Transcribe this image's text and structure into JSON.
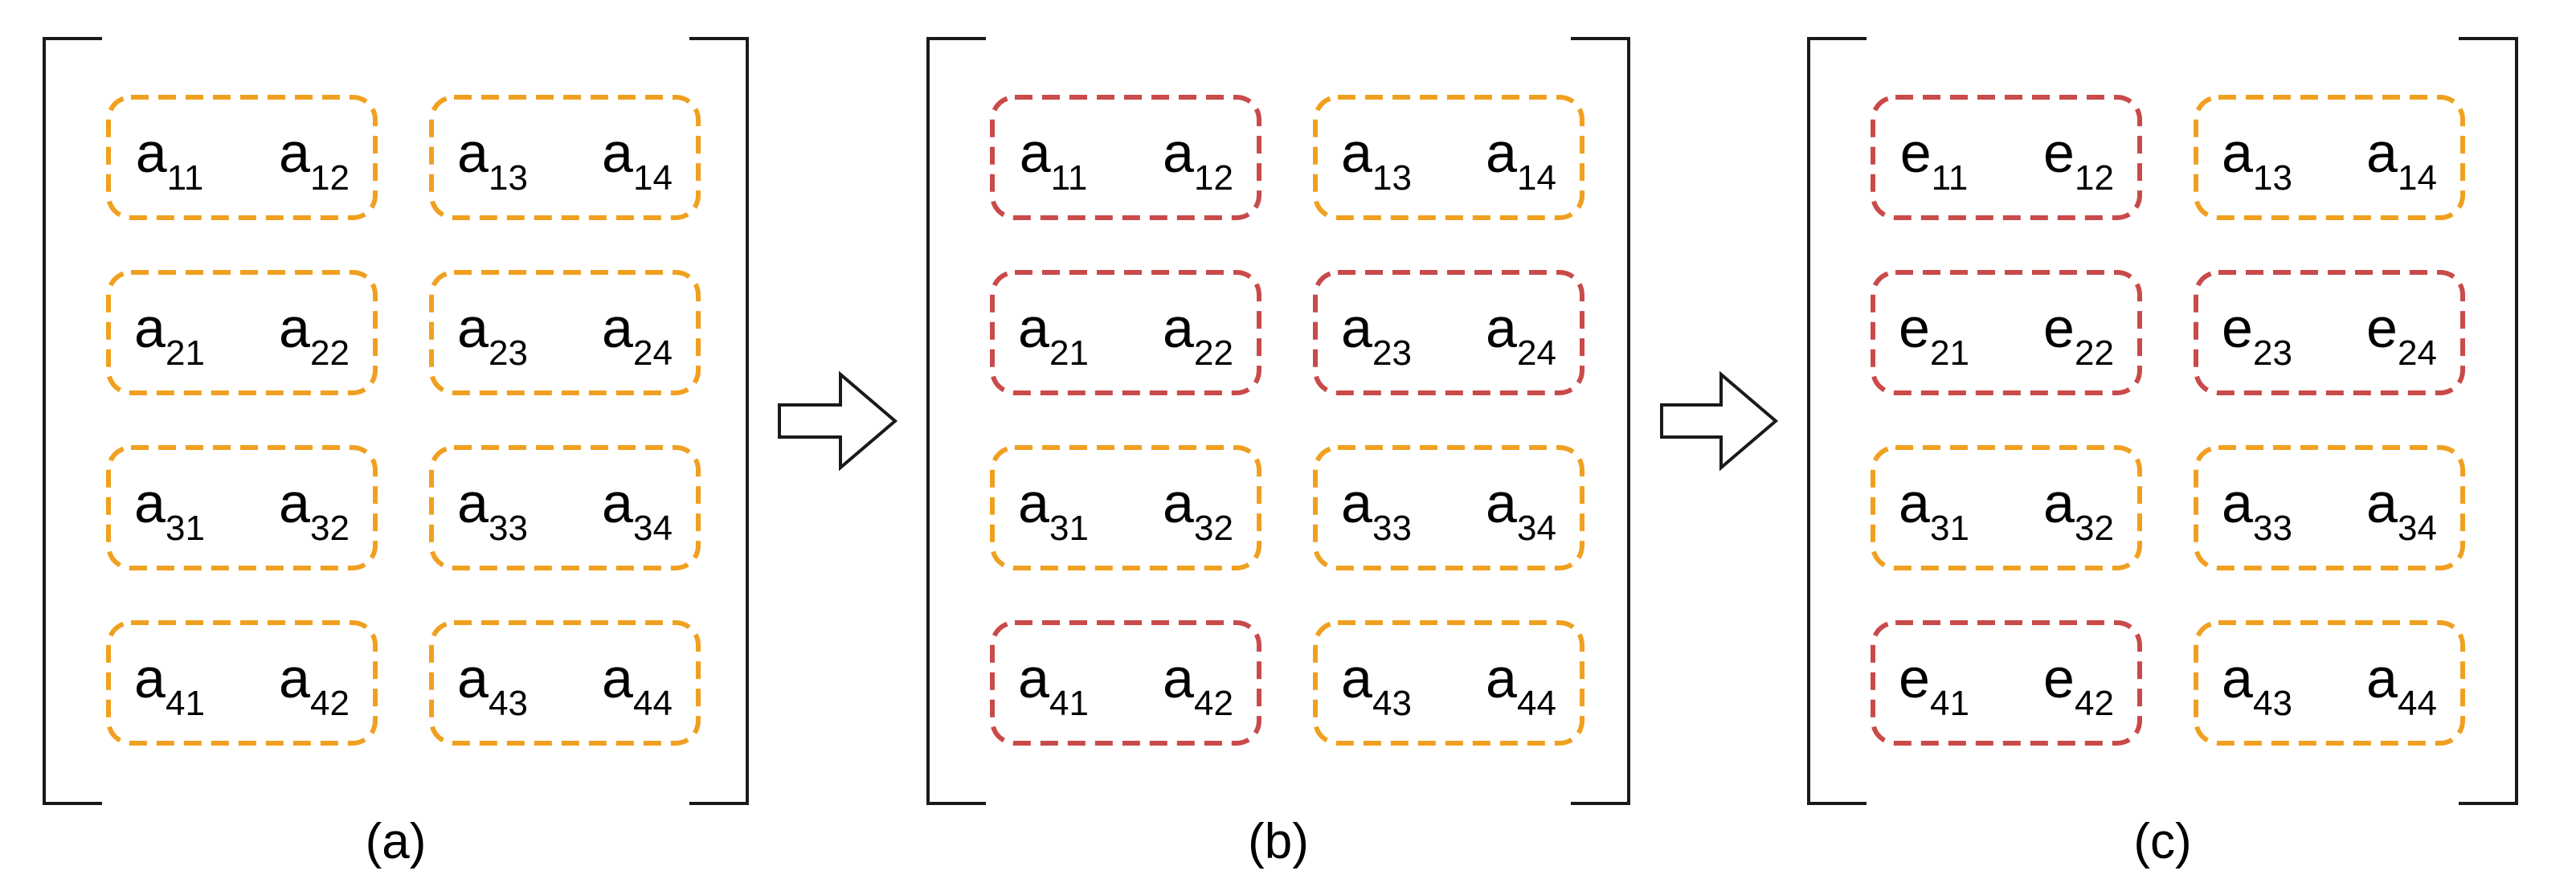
{
  "colors": {
    "orange": "#f0a020",
    "red": "#c94a4a",
    "ink": "#1a1a1a"
  },
  "icons": {
    "transition_arrow": "right-arrow-icon"
  },
  "matrices": [
    {
      "caption": "(a)",
      "cells": [
        [
          {
            "base": "a",
            "sub": "11"
          },
          {
            "base": "a",
            "sub": "12"
          },
          {
            "base": "a",
            "sub": "13"
          },
          {
            "base": "a",
            "sub": "14"
          }
        ],
        [
          {
            "base": "a",
            "sub": "21"
          },
          {
            "base": "a",
            "sub": "22"
          },
          {
            "base": "a",
            "sub": "23"
          },
          {
            "base": "a",
            "sub": "24"
          }
        ],
        [
          {
            "base": "a",
            "sub": "31"
          },
          {
            "base": "a",
            "sub": "32"
          },
          {
            "base": "a",
            "sub": "33"
          },
          {
            "base": "a",
            "sub": "34"
          }
        ],
        [
          {
            "base": "a",
            "sub": "41"
          },
          {
            "base": "a",
            "sub": "42"
          },
          {
            "base": "a",
            "sub": "43"
          },
          {
            "base": "a",
            "sub": "44"
          }
        ]
      ],
      "block_colors": [
        [
          "orange",
          "orange"
        ],
        [
          "orange",
          "orange"
        ],
        [
          "orange",
          "orange"
        ],
        [
          "orange",
          "orange"
        ]
      ]
    },
    {
      "caption": "(b)",
      "cells": [
        [
          {
            "base": "a",
            "sub": "11"
          },
          {
            "base": "a",
            "sub": "12"
          },
          {
            "base": "a",
            "sub": "13"
          },
          {
            "base": "a",
            "sub": "14"
          }
        ],
        [
          {
            "base": "a",
            "sub": "21"
          },
          {
            "base": "a",
            "sub": "22"
          },
          {
            "base": "a",
            "sub": "23"
          },
          {
            "base": "a",
            "sub": "24"
          }
        ],
        [
          {
            "base": "a",
            "sub": "31"
          },
          {
            "base": "a",
            "sub": "32"
          },
          {
            "base": "a",
            "sub": "33"
          },
          {
            "base": "a",
            "sub": "34"
          }
        ],
        [
          {
            "base": "a",
            "sub": "41"
          },
          {
            "base": "a",
            "sub": "42"
          },
          {
            "base": "a",
            "sub": "43"
          },
          {
            "base": "a",
            "sub": "44"
          }
        ]
      ],
      "block_colors": [
        [
          "red",
          "orange"
        ],
        [
          "red",
          "red"
        ],
        [
          "orange",
          "orange"
        ],
        [
          "red",
          "orange"
        ]
      ]
    },
    {
      "caption": "(c)",
      "cells": [
        [
          {
            "base": "e",
            "sub": "11"
          },
          {
            "base": "e",
            "sub": "12"
          },
          {
            "base": "a",
            "sub": "13"
          },
          {
            "base": "a",
            "sub": "14"
          }
        ],
        [
          {
            "base": "e",
            "sub": "21"
          },
          {
            "base": "e",
            "sub": "22"
          },
          {
            "base": "e",
            "sub": "23"
          },
          {
            "base": "e",
            "sub": "24"
          }
        ],
        [
          {
            "base": "a",
            "sub": "31"
          },
          {
            "base": "a",
            "sub": "32"
          },
          {
            "base": "a",
            "sub": "33"
          },
          {
            "base": "a",
            "sub": "34"
          }
        ],
        [
          {
            "base": "e",
            "sub": "41"
          },
          {
            "base": "e",
            "sub": "42"
          },
          {
            "base": "a",
            "sub": "43"
          },
          {
            "base": "a",
            "sub": "44"
          }
        ]
      ],
      "block_colors": [
        [
          "red",
          "orange"
        ],
        [
          "red",
          "red"
        ],
        [
          "orange",
          "orange"
        ],
        [
          "red",
          "orange"
        ]
      ]
    }
  ]
}
